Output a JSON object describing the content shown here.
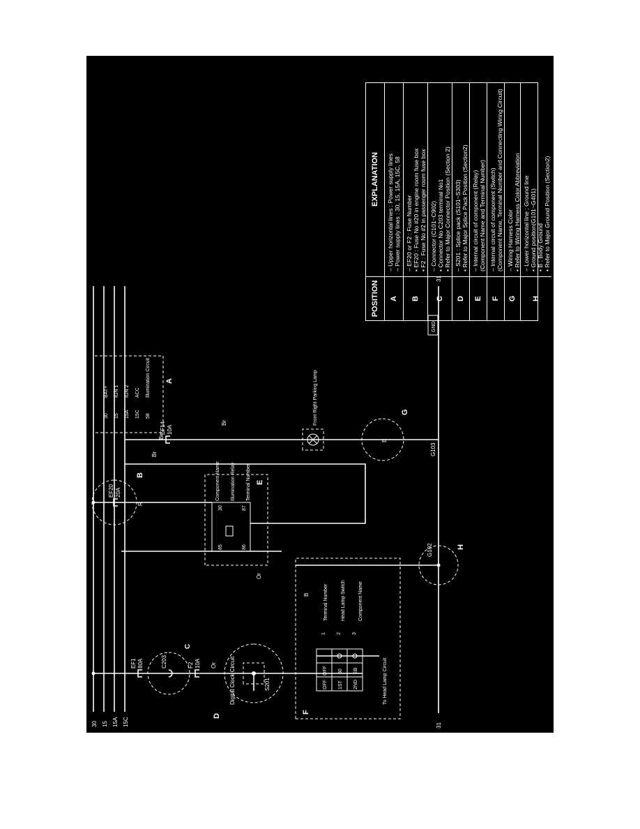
{
  "supply_lines": [
    "30",
    "15",
    "15A",
    "15C",
    "31"
  ],
  "fuses": {
    "ef1": {
      "name": "EF1",
      "rating": "80A"
    },
    "f2": {
      "name": "F2",
      "rating": "10A"
    },
    "ef20": {
      "name": "EF20",
      "rating": "20A"
    },
    "ef14": {
      "name": "EF14",
      "rating": "10A"
    }
  },
  "callouts": [
    "A",
    "B",
    "C",
    "D",
    "E",
    "F",
    "G",
    "H"
  ],
  "connector": "C203",
  "splice": {
    "name": "S201",
    "title": "Digital Clock Circuit"
  },
  "relay": {
    "pin85": "85",
    "pin86": "86",
    "pin87": "87",
    "pin30": "30",
    "component": "Component Name",
    "name": "Illumination Relay",
    "terminal": "Terminal Number"
  },
  "switch": {
    "rows": [
      "OFF",
      "1ST",
      "2ND"
    ],
    "cols": [
      "OFF",
      "30",
      "EB"
    ],
    "terminals": [
      "1",
      "2",
      "3"
    ],
    "terminal_label": "Terminal Number",
    "name": "Head Lamp Switch",
    "component_label": "Component Name",
    "circuit": "To Head Lamp Circuit"
  },
  "wire_colors": {
    "or1": "Or",
    "or2": "Or",
    "b": "B",
    "r": "R",
    "br1": "Br",
    "br2": "Br",
    "br3": "Br"
  },
  "grounds": {
    "g102": "G102",
    "g103": "G103",
    "e": "E",
    "gnd": "GND"
  },
  "lamp": "Front Right Parking Lamp",
  "legend_box": {
    "terms": [
      "30",
      "15",
      "15A",
      "15C",
      "58"
    ],
    "labels": [
      "BAT+",
      "IGN 1",
      "IGN 2",
      "ACC",
      "Illumination Circuit"
    ]
  },
  "table": {
    "col_position": "POSITION",
    "col_explanation": "EXPLANATION",
    "rows": [
      {
        "key": "A",
        "lines": [
          "– Upper horizontal lines : Power supply lines",
          "– Power supply lines : 30, 15, 15A, 15C, 58"
        ]
      },
      {
        "key": "B",
        "lines": [
          "– EF20 or F2 : Fuse Number",
          "• EF20 : Fuse No #20 in engine room fuse box",
          "• F2 : Fuse No #2 in passenger room fuse box"
        ]
      },
      {
        "key": "C",
        "lines": [
          "– Connector (C101~C902)",
          "• Connector No C203 terminal No1",
          "• Refer to Major Connector Position (Section 2)"
        ]
      },
      {
        "key": "D",
        "lines": [
          "– S201 : Splice pack (S101~S303)",
          "• Refer to Major Splice Pack Position (Section2)"
        ]
      },
      {
        "key": "E",
        "lines": [
          "– Internal circuit of component (Relay)",
          "(Component Name and Terminal Number)"
        ]
      },
      {
        "key": "F",
        "lines": [
          "– Internal circuit of component (Switch)",
          "(Component Name, Terminal Number and Connecting Wiring Circuit)"
        ]
      },
      {
        "key": "G",
        "lines": [
          "– Wiring Harness Color",
          "• Refer to Wiring Harness Color Abbreviation"
        ]
      },
      {
        "key": "H",
        "lines": [
          "– Lower horizontal line : Ground line",
          "• Ground position(G101~G401)",
          "• B : Body Ground",
          "• Refer to Major Ground Position (Section2)"
        ]
      }
    ]
  }
}
